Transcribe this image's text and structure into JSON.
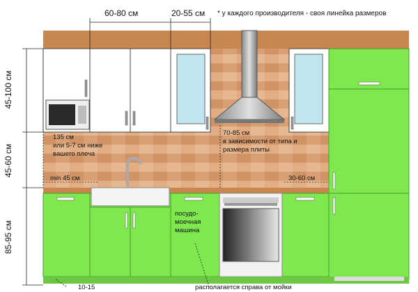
{
  "dimensions": {
    "upper_width": "60-80 см",
    "hood_width": "20-55 см",
    "note": "* у каждого производителя - своя линейка размеров",
    "upper_height": "45-100 см",
    "backsplash_height": "45-60 см",
    "base_height": "85-95 см",
    "min_side": "min 45 см",
    "right_gap": "30-60 см"
  },
  "annotations": {
    "shoulder_lines": [
      "135 см",
      "или 5-7 см ниже",
      "вашего плеча"
    ],
    "hood_lines": [
      "70-85 см",
      "в зависимости от типа и",
      "размера плиты"
    ],
    "dishwasher_lines": [
      "посудо-",
      "моечная",
      "машина"
    ],
    "bottom_left": "10-15",
    "bottom_center": "располагается справа от мойки"
  },
  "colors": {
    "green": "#7ee84e",
    "counter": "#c8874e",
    "tile": "#d8a27a"
  }
}
